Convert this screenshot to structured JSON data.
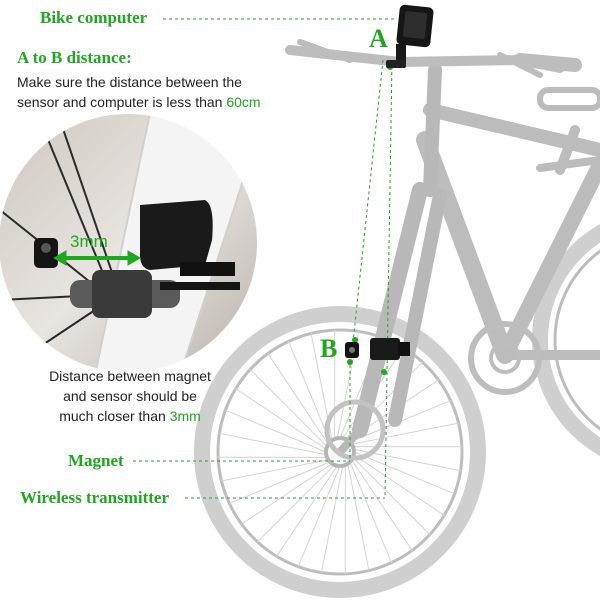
{
  "labels": {
    "bike_computer": "Bike computer",
    "ab_title": "A to B distance:",
    "ab_text_1": "Make sure the distance between the",
    "ab_text_2_prefix": "sensor and computer is less than",
    "ab_text_2_value": "60cm",
    "point_a": "A",
    "point_b": "B",
    "gap_value": "3mm",
    "magnet_text_1": "Distance between magnet",
    "magnet_text_2": "and sensor should be",
    "magnet_text_3_prefix": "much closer than",
    "magnet_text_3_value": "3mm",
    "magnet": "Magnet",
    "wireless_transmitter": "Wireless transmitter"
  },
  "colors": {
    "accent_green": "#1ea81e",
    "bike_gray": "#c8c8c8",
    "text_dark": "#222222"
  }
}
